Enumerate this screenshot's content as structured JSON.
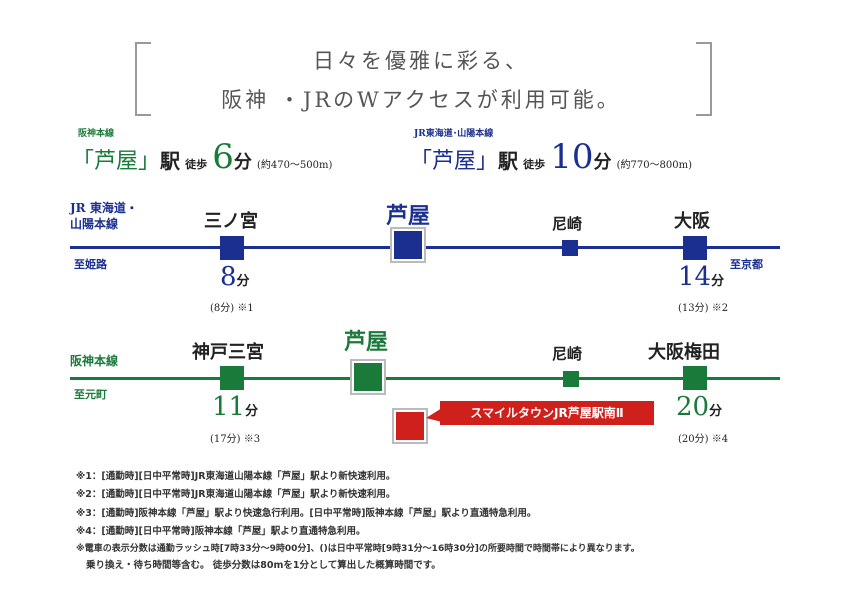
{
  "header": {
    "line1": "日々を優雅に彩る、",
    "line2": "阪神 ・JRのWアクセスが利用可能。"
  },
  "walk": [
    {
      "line": "阪神本線",
      "station": "「芦屋」",
      "eki": "駅",
      "toho": "徒歩",
      "min": "6",
      "fun": "分",
      "dist": "(約470～500m)",
      "color": "#1a7a3a"
    },
    {
      "line": "JR東海道･山陽本線",
      "station": "「芦屋」",
      "eki": "駅",
      "toho": "徒歩",
      "min": "10",
      "fun": "分",
      "dist": "(約770～800m)",
      "color": "#1a2f8f"
    }
  ],
  "jr": {
    "name1": "JR 東海道・",
    "name2": "山陽本線",
    "west": "至姫路",
    "east": "至京都",
    "color": "#1a2f8f",
    "stations": [
      {
        "name": "三ノ宮",
        "min": "8",
        "fun": "分",
        "sub": "(8分) ※1"
      },
      {
        "name": "芦屋"
      },
      {
        "name": "尼崎"
      },
      {
        "name": "大阪",
        "min": "14",
        "fun": "分",
        "sub": "(13分) ※2"
      }
    ]
  },
  "hanshin": {
    "name": "阪神本線",
    "west": "至元町",
    "color": "#1a7a3a",
    "stations": [
      {
        "name": "神戸三宮",
        "min": "11",
        "fun": "分",
        "sub": "(17分) ※3"
      },
      {
        "name": "芦屋"
      },
      {
        "name": "尼崎"
      },
      {
        "name": "大阪梅田",
        "min": "20",
        "fun": "分",
        "sub": "(20分) ※4"
      }
    ]
  },
  "property": {
    "label": "スマイルタウンJR芦屋駅南Ⅱ",
    "color": "#d0201c"
  },
  "notes": [
    "※1：[通勤時][日中平常時]JR東海道山陽本線「芦屋」駅より新快速利用。",
    "※2：[通勤時][日中平常時]JR東海道山陽本線「芦屋」駅より新快速利用。",
    "※3：[通勤時]阪神本線「芦屋」駅より快速急行利用。[日中平常時]阪神本線「芦屋」駅より直通特急利用。",
    "※4：[通勤時][日中平常時]阪神本線「芦屋」駅より直通特急利用。",
    "※電車の表示分数は通勤ラッシュ時[7時33分～9時00分]、()は日中平常時[9時31分～16時30分]の所要時間で時間帯により異なります。",
    "乗り換え・待ち時間等含む。 徒歩分数は80mを1分として算出した概算時間です。"
  ]
}
